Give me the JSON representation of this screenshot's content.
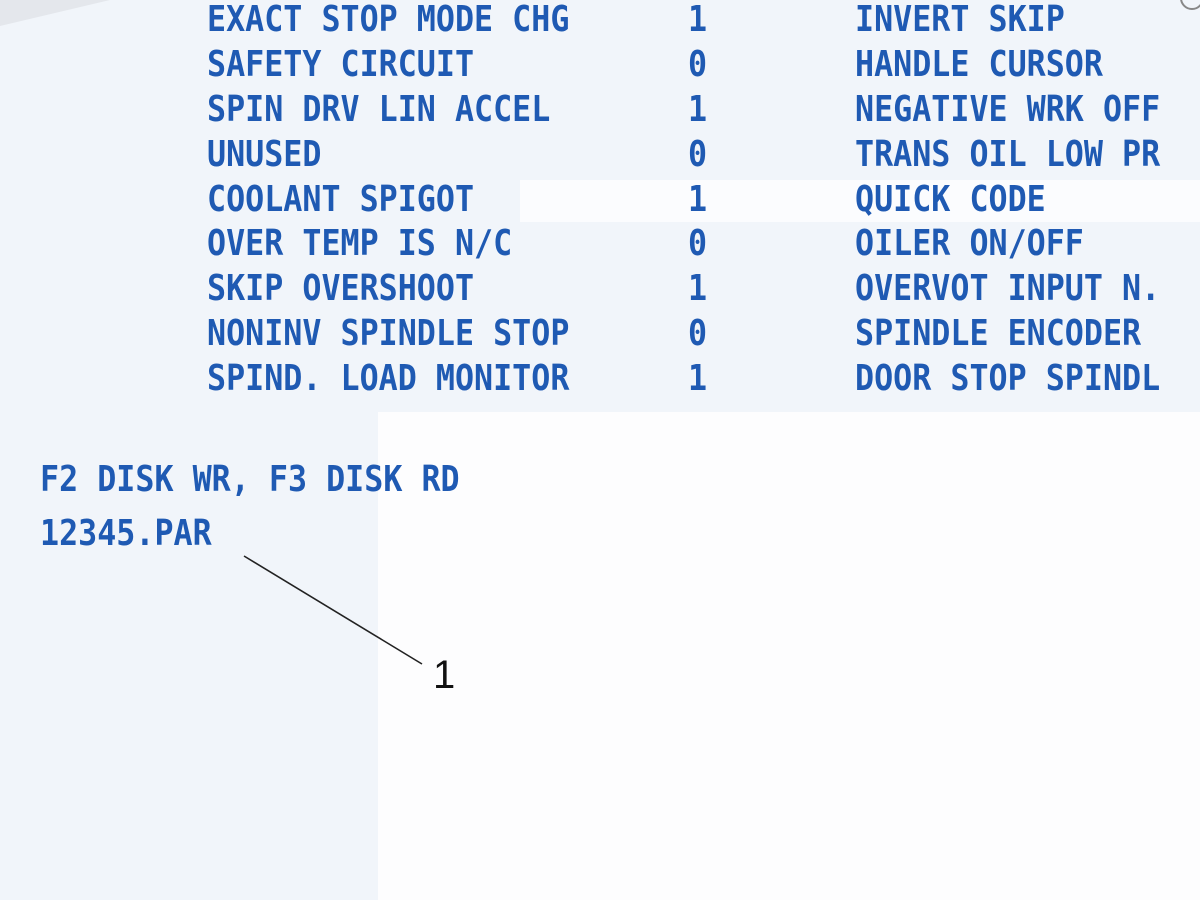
{
  "parameters": [
    {
      "name": "EXACT STOP MODE CHG",
      "value": "1",
      "right": "INVERT SKIP"
    },
    {
      "name": "SAFETY CIRCUIT",
      "value": "0",
      "right": "HANDLE CURSOR"
    },
    {
      "name": "SPIN DRV LIN ACCEL",
      "value": "1",
      "right": "NEGATIVE WRK OFF"
    },
    {
      "name": "UNUSED",
      "value": "0",
      "right": "TRANS OIL LOW PR"
    },
    {
      "name": "COOLANT SPIGOT",
      "value": "1",
      "right": "QUICK CODE"
    },
    {
      "name": "OVER TEMP IS N/C",
      "value": "0",
      "right": "OILER ON/OFF"
    },
    {
      "name": "SKIP OVERSHOOT",
      "value": "1",
      "right": "OVERVOT INPUT N."
    },
    {
      "name": "NONINV SPINDLE STOP",
      "value": "0",
      "right": "SPINDLE ENCODER"
    },
    {
      "name": "SPIND. LOAD MONITOR",
      "value": "1",
      "right": "DOOR STOP SPINDL"
    }
  ],
  "footer": {
    "disk_hint": "F2 DISK WR, F3 DISK RD",
    "filename": "12345.PAR"
  },
  "callout": {
    "label": "1"
  },
  "colors": {
    "text": "#1f5ab3",
    "background": "#f1f5fa"
  }
}
